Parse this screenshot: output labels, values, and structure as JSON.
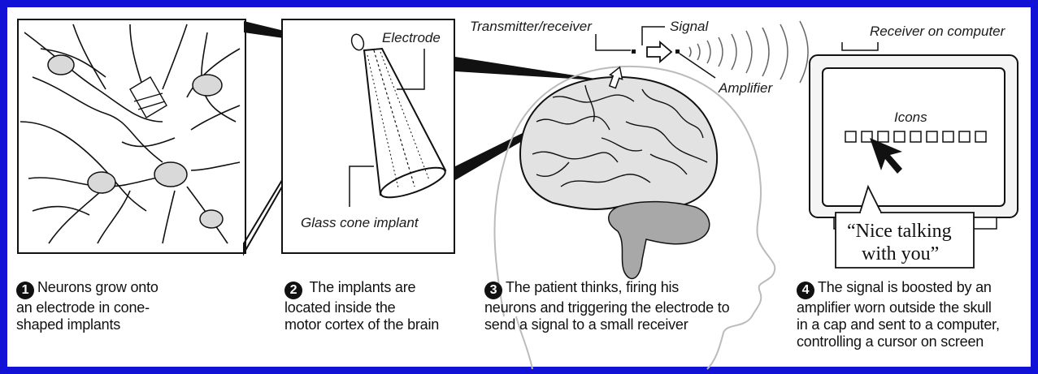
{
  "colors": {
    "border": "#1212d6",
    "ink": "#111111",
    "brain_gray": "#dcdcdc",
    "cerebellum": "#a8a8a8"
  },
  "labels": {
    "electrode": "Electrode",
    "glass_cone": "Glass cone implant",
    "transmitter": "Transmitter/receiver",
    "signal": "Signal",
    "amplifier": "Amplifier",
    "receiver": "Receiver on computer",
    "icons": "Icons"
  },
  "speech": {
    "line1": "“Nice talking",
    "line2": "with you”"
  },
  "steps": [
    {
      "num": "1",
      "line1": "Neurons grow onto",
      "line2": "an electrode in cone-",
      "line3": "shaped implants",
      "line4": ""
    },
    {
      "num": "2",
      "line1": "The implants are",
      "line2": "located inside the",
      "line3": "motor cortex of the brain",
      "line4": ""
    },
    {
      "num": "3",
      "line1": "The patient thinks, firing his",
      "line2": "neurons and triggering the electrode to",
      "line3": "send a signal to a small receiver",
      "line4": ""
    },
    {
      "num": "4",
      "line1": "The signal is boosted by an",
      "line2": "amplifier worn outside the skull",
      "line3": "in a cap and sent to a computer,",
      "line4": "controlling a cursor on screen"
    }
  ]
}
